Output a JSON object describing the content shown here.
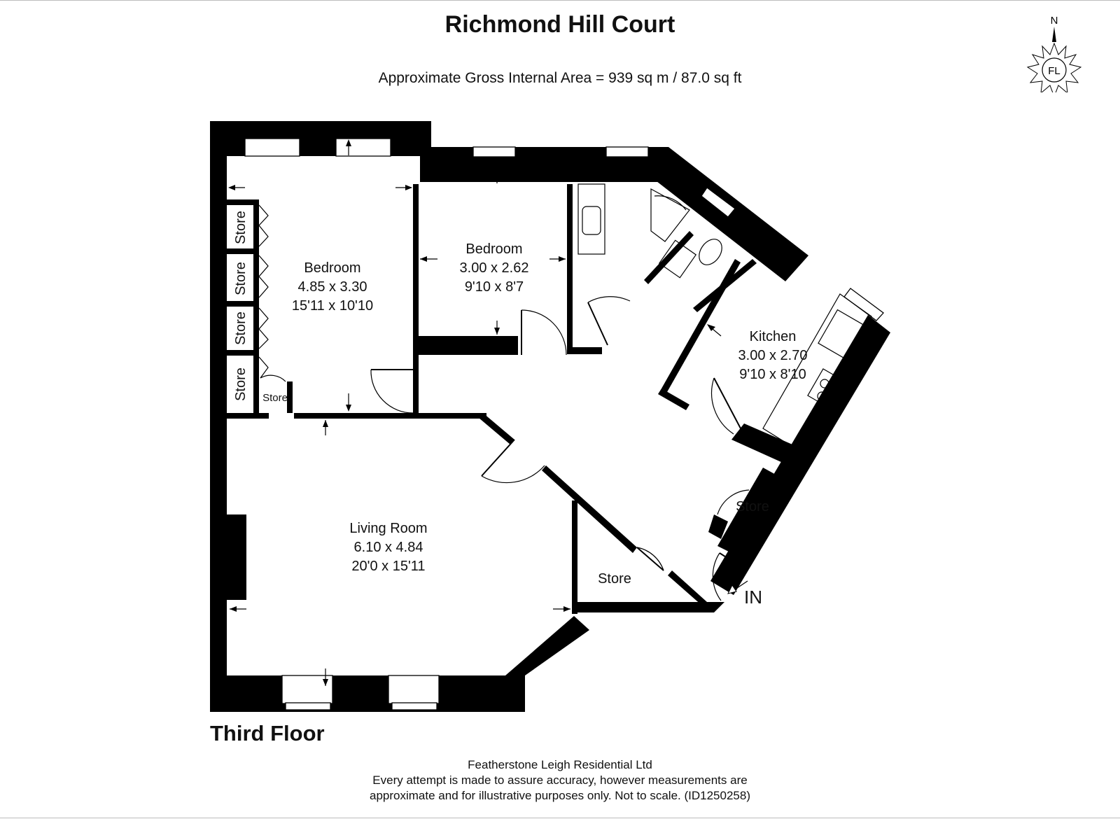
{
  "header": {
    "title": "Richmond Hill Court",
    "subtitle": "Approximate Gross Internal Area = 939 sq m / 87.0 sq ft"
  },
  "compass": {
    "north": "N",
    "logo": "FL"
  },
  "rooms": {
    "bedroom1": {
      "name": "Bedroom",
      "metric": "4.85 x 3.30",
      "imperial": "15'11 x 10'10"
    },
    "bedroom2": {
      "name": "Bedroom",
      "metric": "3.00 x 2.62",
      "imperial": "9'10 x 8'7"
    },
    "kitchen": {
      "name": "Kitchen",
      "metric": "3.00 x 2.70",
      "imperial": "9'10 x 8'10"
    },
    "living": {
      "name": "Living Room",
      "metric": "6.10 x 4.84",
      "imperial": "20'0 x 15'11"
    },
    "stores": [
      "Store",
      "Store",
      "Store",
      "Store",
      "Store",
      "Store",
      "Store"
    ]
  },
  "entrance": "IN",
  "floor_label": "Third Floor",
  "footer": {
    "company": "Featherstone Leigh Residential Ltd",
    "line1": "Every attempt is made to assure accuracy, however measurements are",
    "line2": "approximate and for illustrative purposes only. Not to scale. (ID1250258)"
  }
}
